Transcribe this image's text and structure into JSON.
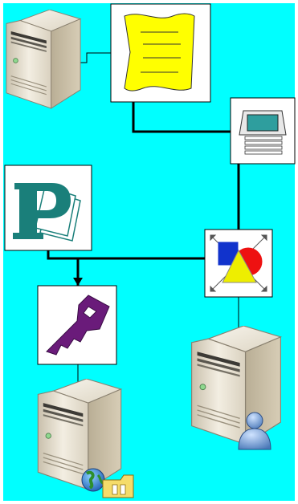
{
  "diagram": {
    "background_color": "#00FFFF",
    "line_color": "#000000",
    "nodes": [
      {
        "id": "server-top-left",
        "kind": "server",
        "icon": "server-tower-icon"
      },
      {
        "id": "document-box",
        "kind": "document",
        "icon": "wavy-document-icon",
        "accent": "#FFFF00"
      },
      {
        "id": "terminal-box",
        "kind": "terminal",
        "icon": "terminal-icon",
        "accent": "#2E9E9E"
      },
      {
        "id": "publisher-box",
        "kind": "publisher",
        "icon": "publisher-p-icon",
        "accent": "#1A7F7A"
      },
      {
        "id": "shapes-box",
        "kind": "shapes",
        "icon": "shapes-icon",
        "accent": [
          "#1133CC",
          "#EE1111",
          "#EEEE00"
        ]
      },
      {
        "id": "key-box",
        "kind": "key",
        "icon": "key-icon",
        "accent": "#6A1B7A"
      },
      {
        "id": "server-bottom-left",
        "kind": "server",
        "icon": "web-server-icon",
        "badge": "globe-folder-icon"
      },
      {
        "id": "server-bottom-right",
        "kind": "server",
        "icon": "user-server-icon",
        "badge": "user-icon"
      }
    ],
    "edges": [
      {
        "from": "server-top-left",
        "to": "document-box",
        "weight": "thin"
      },
      {
        "from": "document-box",
        "to": "terminal-box",
        "weight": "thick"
      },
      {
        "from": "terminal-box",
        "to": "shapes-box",
        "weight": "thick"
      },
      {
        "from": "publisher-box",
        "to": "key-box",
        "weight": "thick",
        "arrow": true
      },
      {
        "from": "shapes-box",
        "to": "key-box",
        "weight": "thick"
      },
      {
        "from": "key-box",
        "to": "server-bottom-left",
        "weight": "thin"
      },
      {
        "from": "shapes-box",
        "to": "server-bottom-right",
        "weight": "thin"
      }
    ]
  }
}
